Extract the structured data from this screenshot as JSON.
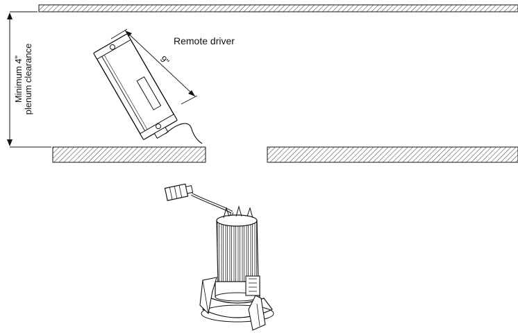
{
  "labels": {
    "remote_driver": "Remote driver",
    "dimension": "9\"",
    "clearance_line1": "Minimum 4\"",
    "clearance_line2": "plenum clearance"
  },
  "colors": {
    "line": "#111111",
    "hatch": "#555555",
    "background": "#ffffff"
  }
}
